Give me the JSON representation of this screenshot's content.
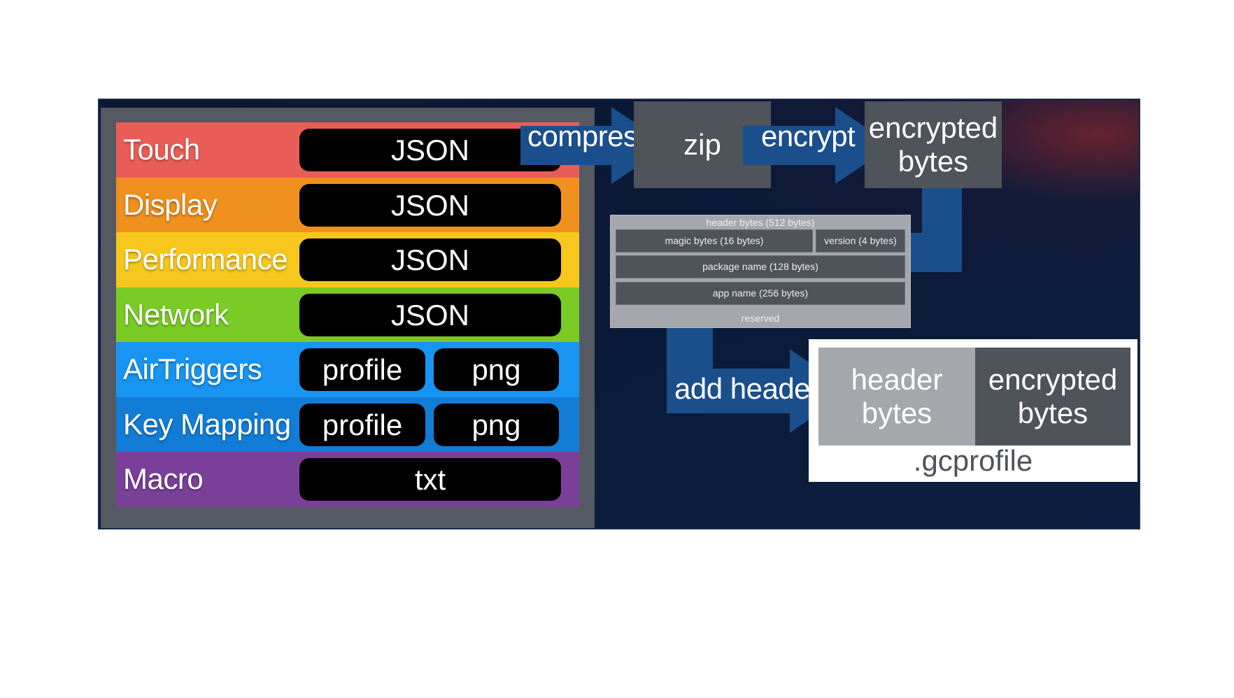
{
  "rows": [
    {
      "label": "Touch",
      "color": "#ea5d57",
      "pills": [
        "JSON"
      ]
    },
    {
      "label": "Display",
      "color": "#f0901f",
      "pills": [
        "JSON"
      ]
    },
    {
      "label": "Performance",
      "color": "#f7c71e",
      "pills": [
        "JSON"
      ]
    },
    {
      "label": "Network",
      "color": "#7acb25",
      "pills": [
        "JSON"
      ]
    },
    {
      "label": "AirTriggers",
      "color": "#1895f2",
      "pills": [
        "profile",
        "png"
      ]
    },
    {
      "label": "Key Mapping",
      "color": "#127dd6",
      "pills": [
        "profile",
        "png"
      ]
    },
    {
      "label": "Macro",
      "color": "#7a3f99",
      "pills": [
        "txt"
      ]
    }
  ],
  "flow": {
    "compress": "compress",
    "zip": "zip",
    "encrypt": "encrypt",
    "encrypted_bytes_line1": "encrypted",
    "encrypted_bytes_line2": "bytes",
    "add_header": "add header"
  },
  "header_table": {
    "title": "header bytes (512 bytes)",
    "magic": "magic bytes (16 bytes)",
    "version": "version (4 bytes)",
    "package": "package name (128 bytes)",
    "app": "app name (256 bytes)",
    "reserved": "reserved"
  },
  "result": {
    "header_line1": "header",
    "header_line2": "bytes",
    "encrypted_line1": "encrypted",
    "encrypted_line2": "bytes",
    "caption": ".gcprofile"
  },
  "colors": {
    "arrow": "#1b4f8c",
    "box": "#4f535a",
    "panel": "#555a62",
    "background": "#0c1a33"
  }
}
